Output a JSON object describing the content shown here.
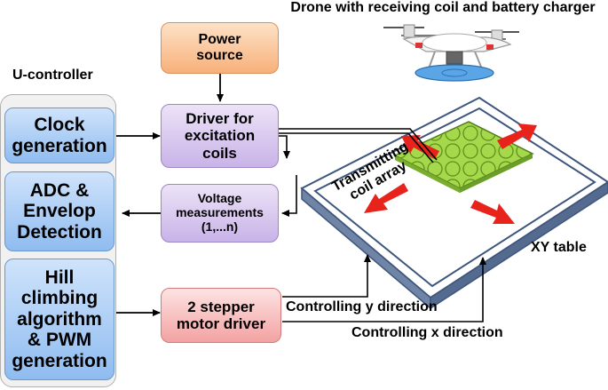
{
  "labels": {
    "drone": "Drone with receiving coil and battery charger",
    "ucontroller": "U-controller",
    "xy_table": "XY table",
    "transmitting_coil_array": [
      "Transmitting",
      "coil array"
    ]
  },
  "blocks": {
    "clock": [
      "Clock",
      "generation"
    ],
    "adc": [
      "ADC &",
      "Envelop",
      "Detection"
    ],
    "hill": [
      "Hill",
      "climbing",
      "algorithm",
      "& PWM",
      "generation"
    ],
    "power": [
      "Power",
      "source"
    ],
    "driver": [
      "Driver for",
      "excitation",
      "coils"
    ],
    "voltage": [
      "Voltage",
      "measurements",
      "(1,...n)"
    ],
    "stepper": [
      "2 stepper",
      "motor driver"
    ]
  },
  "edge_labels": {
    "y": "Controlling y direction",
    "x": "Controlling x direction"
  },
  "colors": {
    "controller_blocks": "#8fbcf0",
    "driver_blocks": "#c9b3e8",
    "power": "#f8b07a",
    "stepper": "#f3a2a2",
    "xy_frame": "#3e567e",
    "coil_board": "#9fd13a",
    "motion_arrows": "#e8231b"
  }
}
